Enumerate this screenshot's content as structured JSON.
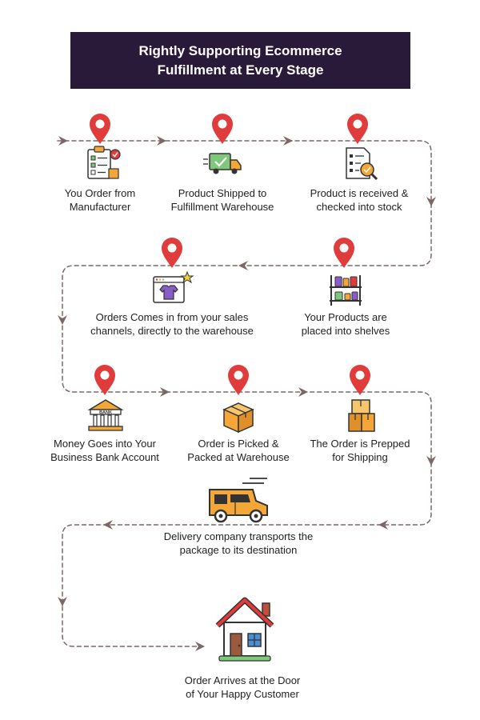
{
  "title": {
    "line1": "Rightly Supporting Ecommerce",
    "line2": "Fulfillment at Every Stage"
  },
  "colors": {
    "banner": "#2a1a3a",
    "pin": "#e03c3c",
    "path": "#7a6866",
    "accent_orange": "#f4a637",
    "accent_green": "#7fc77a",
    "accent_purple": "#8a5cc7"
  },
  "steps": [
    {
      "icon": "clipboard-checklist-icon",
      "lines": [
        "You Order from",
        "Manufacturer"
      ]
    },
    {
      "icon": "delivery-truck-check-icon",
      "lines": [
        "Product Shipped to",
        "Fulfillment Warehouse"
      ]
    },
    {
      "icon": "document-magnifier-icon",
      "lines": [
        "Product is received &",
        "checked into stock"
      ]
    },
    {
      "icon": "shelf-products-icon",
      "lines": [
        "Your Products are",
        "placed into shelves"
      ]
    },
    {
      "icon": "browser-tshirt-icon",
      "lines": [
        "Orders Comes in from your sales",
        "channels, directly to the warehouse"
      ]
    },
    {
      "icon": "bank-building-icon",
      "icon_text": "BANK",
      "lines": [
        "Money Goes into Your",
        "Business Bank Account"
      ]
    },
    {
      "icon": "open-box-icon",
      "lines": [
        "Order is Picked &",
        "Packed at Warehouse"
      ]
    },
    {
      "icon": "stacked-boxes-icon",
      "lines": [
        "The Order is Prepped",
        "for Shipping"
      ]
    },
    {
      "icon": "delivery-van-icon",
      "lines": [
        "Delivery company transports the",
        "package to its destination"
      ]
    },
    {
      "icon": "house-icon",
      "lines": [
        "Order Arrives at the Door",
        "of Your Happy Customer"
      ]
    }
  ]
}
